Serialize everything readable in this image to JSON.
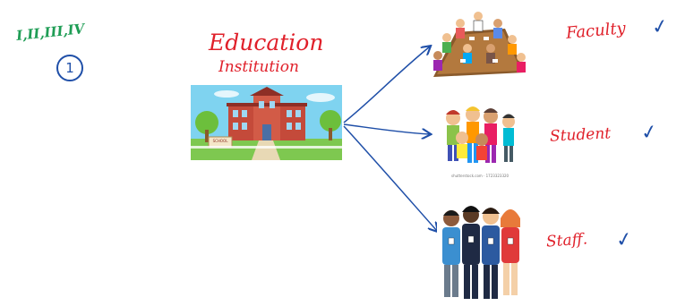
{
  "notes": {
    "roman": "I,II,III,IV",
    "circled": "1"
  },
  "title": {
    "line1": "Education",
    "line2": "Institution"
  },
  "building_sign": "SCHOOL",
  "targets": [
    {
      "label": "Faculty",
      "check": "✓"
    },
    {
      "label": "Student",
      "check": "✓"
    },
    {
      "label": "Staff.",
      "check": "✓"
    }
  ],
  "watermark": "shutterstock.com · 1723323320",
  "colors": {
    "ink_red": "#e0202a",
    "ink_green": "#1f9d55",
    "ink_blue": "#1f4fa8",
    "sky": "#7fd3f0",
    "brick": "#c44a3a"
  }
}
